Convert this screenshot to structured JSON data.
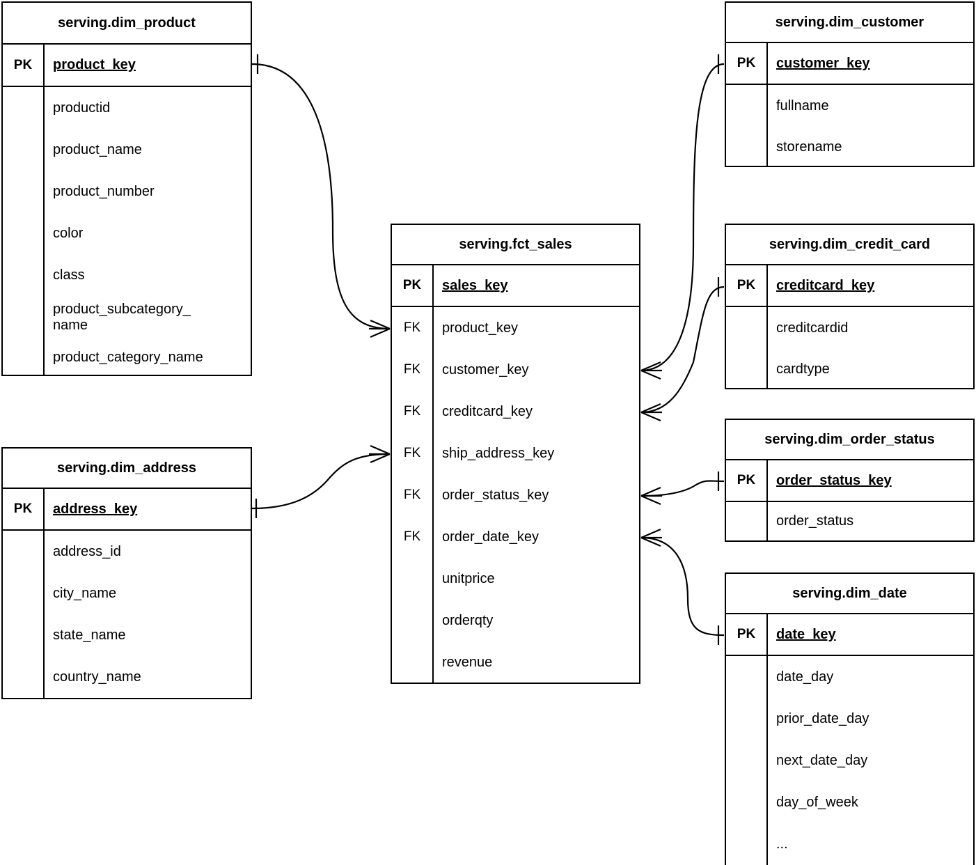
{
  "diagram": {
    "title": "Star schema ER diagram",
    "notation": "crow's-foot",
    "line_color": "#000000",
    "background_color": "#ffffff"
  },
  "entities": {
    "dim_product": {
      "name": "serving.dim_product",
      "pk_label": "PK",
      "pk_column": "product_key",
      "attributes": [
        "productid",
        "product_name",
        "product_number",
        "color",
        "class",
        "product_subcategory_\nname",
        "product_category_name"
      ]
    },
    "dim_address": {
      "name": "serving.dim_address",
      "pk_label": "PK",
      "pk_column": "address_key",
      "attributes": [
        "address_id",
        "city_name",
        "state_name",
        "country_name"
      ]
    },
    "fct_sales": {
      "name": "serving.fct_sales",
      "pk_label": "PK",
      "fk_label": "FK",
      "pk_column": "sales_key",
      "foreign_keys": [
        "product_key",
        "customer_key",
        "creditcard_key",
        "ship_address_key",
        "order_status_key",
        "order_date_key"
      ],
      "measures": [
        "unitprice",
        "orderqty",
        "revenue"
      ]
    },
    "dim_customer": {
      "name": "serving.dim_customer",
      "pk_label": "PK",
      "pk_column": "customer_key",
      "attributes": [
        "fullname",
        "storename"
      ]
    },
    "dim_credit_card": {
      "name": "serving.dim_credit_card",
      "pk_label": "PK",
      "pk_column": "creditcard_key",
      "attributes": [
        "creditcardid",
        "cardtype"
      ]
    },
    "dim_order_status": {
      "name": "serving.dim_order_status",
      "pk_label": "PK",
      "pk_column": "order_status_key",
      "attributes": [
        "order_status"
      ]
    },
    "dim_date": {
      "name": "serving.dim_date",
      "pk_label": "PK",
      "pk_column": "date_key",
      "attributes": [
        "date_day",
        "prior_date_day",
        "next_date_day",
        "day_of_week",
        "..."
      ]
    }
  },
  "relationships": [
    {
      "from": "dim_product",
      "from_column": "product_key",
      "to": "fct_sales",
      "to_column": "product_key",
      "from_cardinality": "one",
      "to_cardinality": "many"
    },
    {
      "from": "dim_customer",
      "from_column": "customer_key",
      "to": "fct_sales",
      "to_column": "customer_key",
      "from_cardinality": "one",
      "to_cardinality": "many"
    },
    {
      "from": "dim_credit_card",
      "from_column": "creditcard_key",
      "to": "fct_sales",
      "to_column": "creditcard_key",
      "from_cardinality": "one",
      "to_cardinality": "many"
    },
    {
      "from": "dim_address",
      "from_column": "address_key",
      "to": "fct_sales",
      "to_column": "ship_address_key",
      "from_cardinality": "one",
      "to_cardinality": "many"
    },
    {
      "from": "dim_order_status",
      "from_column": "order_status_key",
      "to": "fct_sales",
      "to_column": "order_status_key",
      "from_cardinality": "one",
      "to_cardinality": "many"
    },
    {
      "from": "dim_date",
      "from_column": "date_key",
      "to": "fct_sales",
      "to_column": "order_date_key",
      "from_cardinality": "one",
      "to_cardinality": "many"
    }
  ]
}
